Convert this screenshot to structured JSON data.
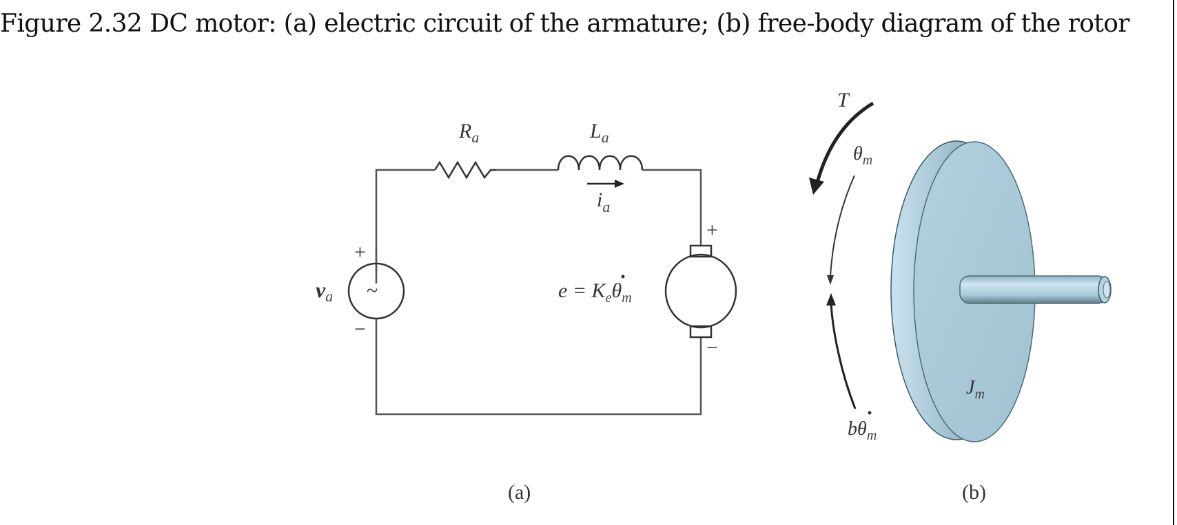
{
  "figure": {
    "caption": "Figure 2.32 DC motor: (a) electric circuit of the armature; (b) free-body diagram of the rotor",
    "panel_a": {
      "label": "(a)",
      "resistor": {
        "symbol": "R",
        "subscript": "a"
      },
      "inductor": {
        "symbol": "L",
        "subscript": "a"
      },
      "current": {
        "symbol": "i",
        "subscript": "a"
      },
      "source": {
        "symbol": "v",
        "subscript": "a",
        "glyph": "~",
        "plus": "+",
        "minus": "−"
      },
      "back_emf": {
        "lhs": "e = K",
        "k_subscript": "e",
        "theta": "θ",
        "theta_subscript": "m"
      },
      "motor": {
        "plus": "+",
        "minus": "−"
      }
    },
    "panel_b": {
      "label": "(b)",
      "torque": {
        "symbol": "T"
      },
      "angle": {
        "symbol": "θ",
        "subscript": "m"
      },
      "friction": {
        "prefix": "b",
        "theta": "θ",
        "subscript": "m"
      },
      "inertia": {
        "symbol": "J",
        "subscript": "m"
      }
    },
    "colors": {
      "wire": "#555555",
      "disk_face": "#a9c8d8",
      "disk_rim": "#7f9fb0",
      "shaft": "#bcd8e6"
    }
  }
}
